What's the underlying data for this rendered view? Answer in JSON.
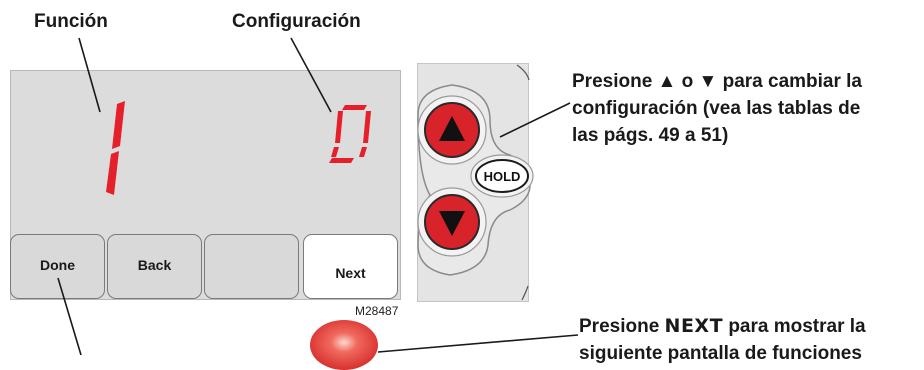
{
  "labels": {
    "function": "Función",
    "setting": "Configuración"
  },
  "display": {
    "function_value": "1",
    "setting_value": "0"
  },
  "softkeys": {
    "done": "Done",
    "back": "Back",
    "blank": "",
    "next": "Next"
  },
  "panel": {
    "hold_label": "HOLD",
    "up_icon": "up-arrow-icon",
    "down_icon": "down-arrow-icon"
  },
  "callouts": {
    "arrows_line1": "Presione ▲ o ▼ para cambiar la",
    "arrows_line2": "configuración (vea las tablas de",
    "arrows_line3": "las págs. 49 a 51)",
    "next_prefix": "Presione ",
    "next_keyword": "NEXT",
    "next_suffix": " para mostrar la",
    "next_line2": "siguiente pantalla de funciones"
  },
  "model_number": "M28487",
  "colors": {
    "segment_red": "#e5202a",
    "button_red": "#d8232a",
    "screen_gray": "#dcdcdc"
  }
}
